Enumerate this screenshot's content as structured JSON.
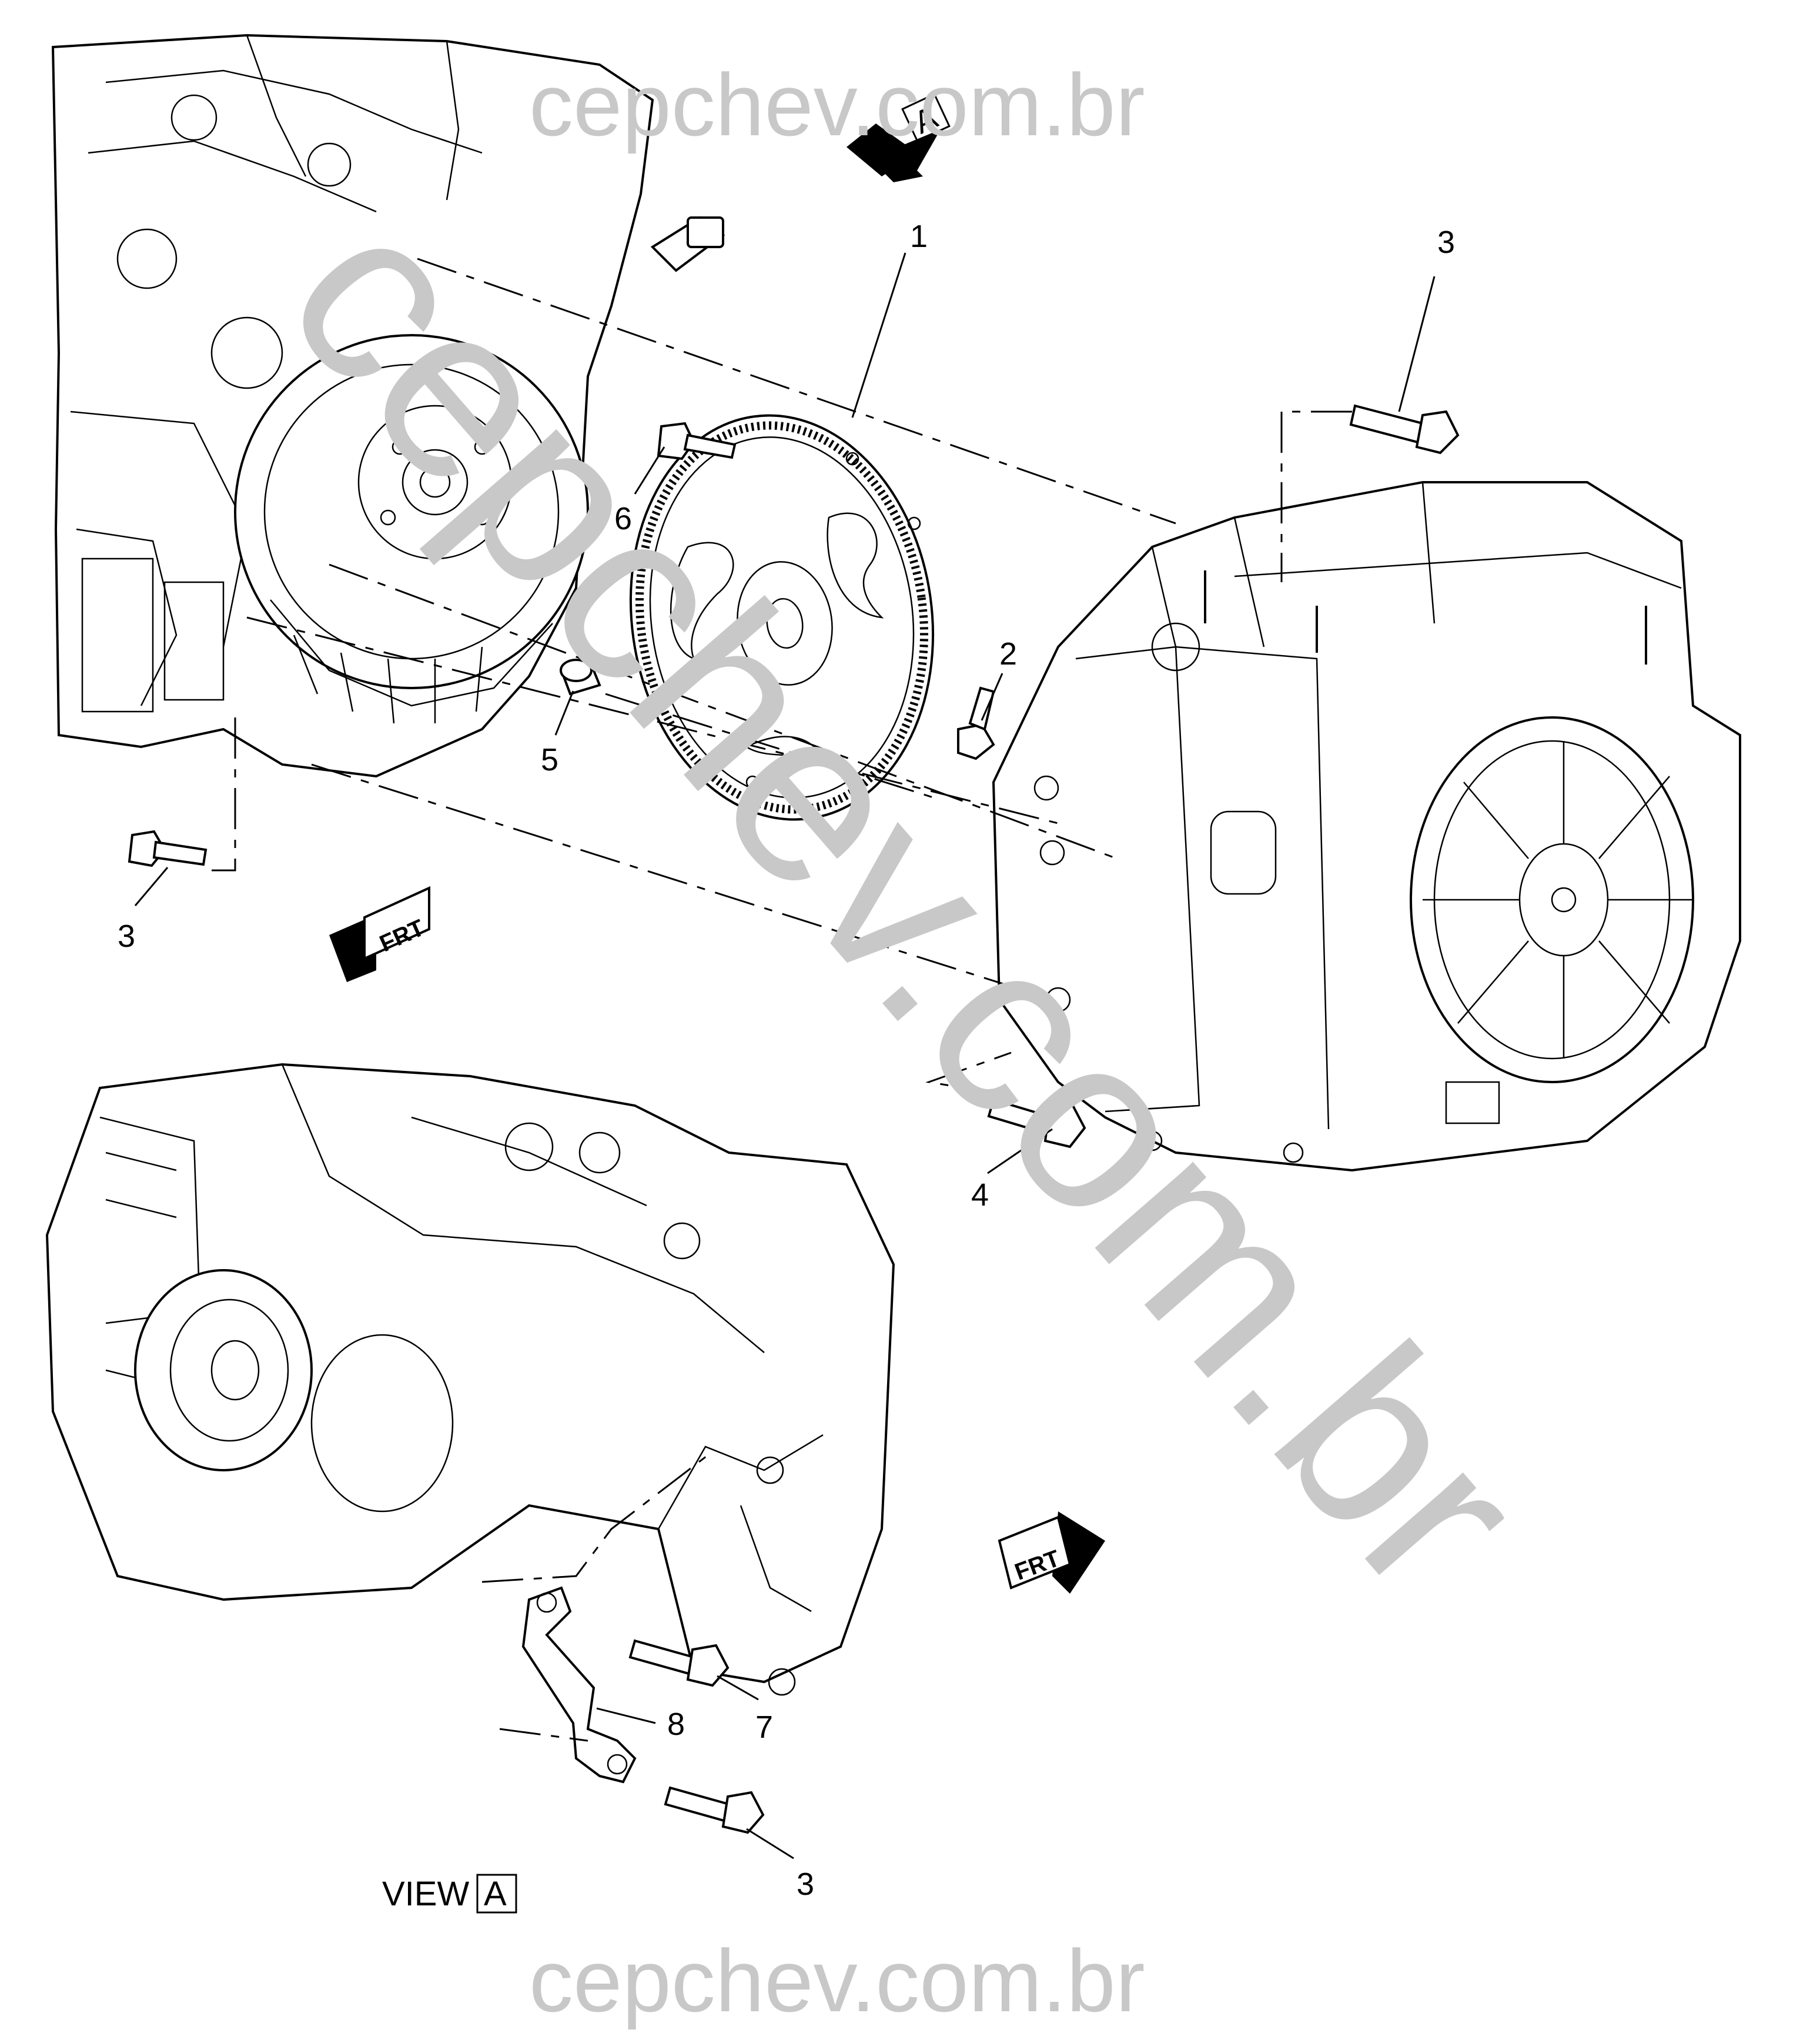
{
  "watermark": {
    "top": "cepchev.com.br",
    "bottom": "cepchev.com.br",
    "diagonal": "cepchev.com.br"
  },
  "view_marker": {
    "letter": "A"
  },
  "callouts": {
    "flywheel": "1",
    "flywheel_bolt": "2",
    "bolt_upper_right": "3",
    "bolt_left": "3",
    "bolt_lower": "3",
    "bolt_4": "4",
    "dowel": "5",
    "bolt_6": "6",
    "bolt_7": "7",
    "bracket": "8"
  },
  "front_arrows": {
    "label": "FRT"
  },
  "view_label": {
    "text": "VIEW",
    "letter": "A"
  }
}
